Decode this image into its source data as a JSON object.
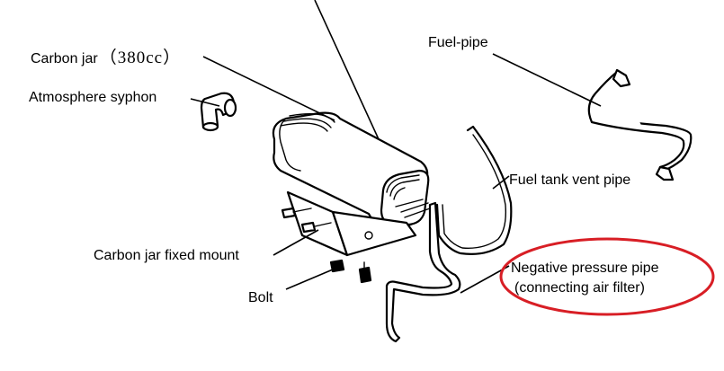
{
  "labels": {
    "carbon_jar_name": "Carbon jar",
    "carbon_jar_capacity": "（380cc）",
    "atmosphere_syphon": "Atmosphere syphon",
    "fuel_pipe": "Fuel-pipe",
    "fuel_tank_vent_pipe": "Fuel tank vent pipe",
    "carbon_jar_fixed_mount": "Carbon jar fixed mount",
    "bolt": "Bolt",
    "negative_pressure_pipe": "Negative pressure pipe",
    "negative_pressure_pipe_note": "(connecting air filter)"
  },
  "colors": {
    "line": "#000000",
    "highlight": "#d81e25",
    "background": "#ffffff"
  }
}
